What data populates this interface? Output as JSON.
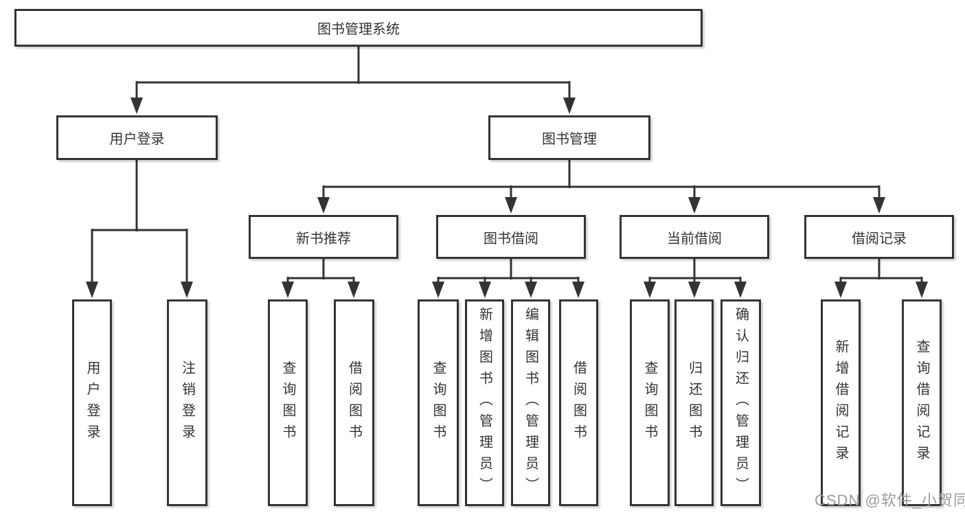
{
  "diagram": {
    "title": "图书管理系统",
    "level2": [
      {
        "label": "用户登录"
      },
      {
        "label": "图书管理"
      }
    ],
    "level3": [
      {
        "label": "新书推荐"
      },
      {
        "label": "图书借阅"
      },
      {
        "label": "当前借阅"
      },
      {
        "label": "借阅记录"
      }
    ],
    "leaves": {
      "user_login": [
        "用户登录",
        "注销登录"
      ],
      "new_book": [
        "查询图书",
        "借阅图书"
      ],
      "book_borrow": [
        "查询图书",
        "新增图书（管理员）",
        "编辑图书（管理员）",
        "借阅图书"
      ],
      "current_borrow": [
        "查询图书",
        "归还图书",
        "确认归还（管理员）"
      ],
      "borrow_record": [
        "新增借阅记录",
        "查询借阅记录"
      ]
    }
  },
  "watermark": "CSDN @软件_小贺同学",
  "colors": {
    "line": "#333333",
    "text": "#333333",
    "background": "#ffffff",
    "watermark": "#9c9c9c"
  }
}
